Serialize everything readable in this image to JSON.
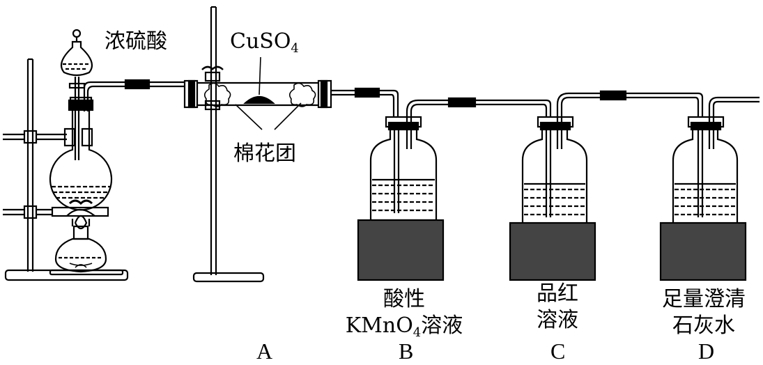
{
  "labels": {
    "conc_sulfuric_acid": "浓硫酸",
    "cuso4_main": "CuSO",
    "cuso4_sub": "4",
    "cotton": "棉花团",
    "b_line1": "酸性",
    "b_kmno4_a": "KMnO",
    "b_kmno4_sub": "4",
    "b_kmno4_b": "溶液",
    "c_line1": "品红",
    "c_line2": "溶液",
    "d_line1": "足量澄清",
    "d_line2": "石灰水"
  },
  "letters": {
    "a": "A",
    "b": "B",
    "c": "C",
    "d": "D"
  }
}
